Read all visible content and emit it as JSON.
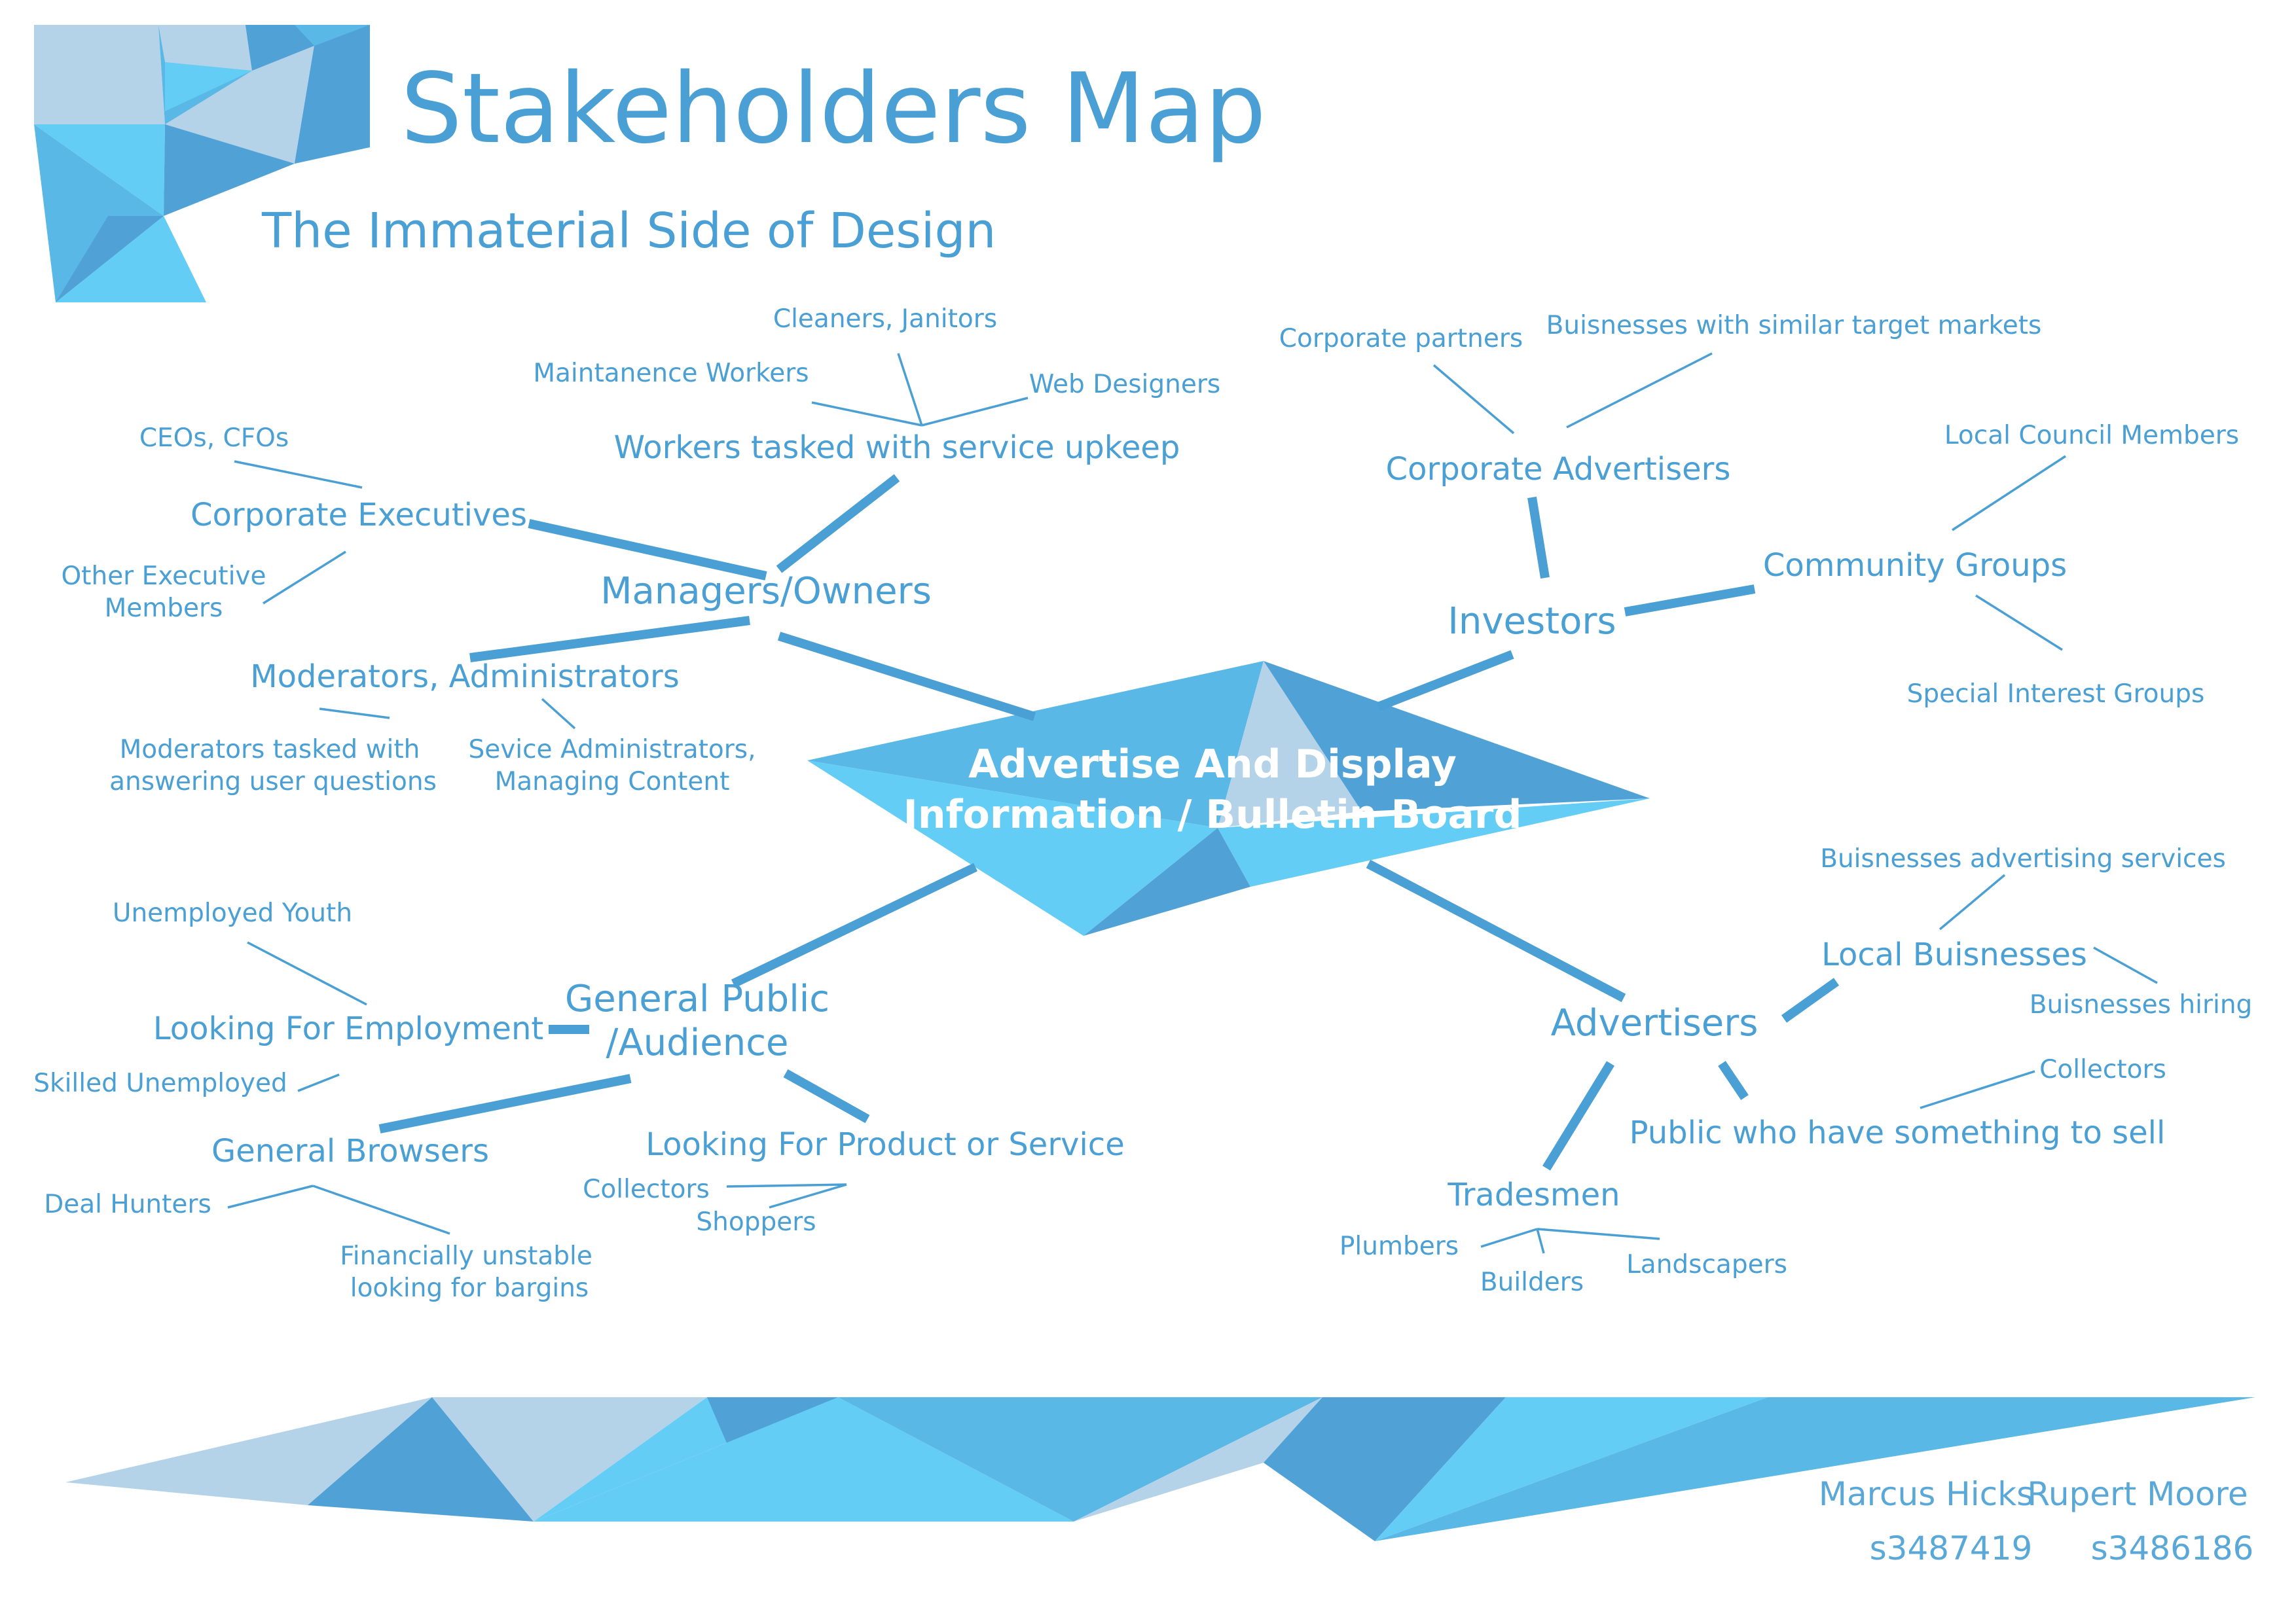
{
  "title": "Stakeholders Map",
  "subtitle": "The Immaterial Side of Design",
  "center": {
    "line1": "Advertise And Display",
    "line2": "Information / Bulletin Board"
  },
  "managers": {
    "label": "Managers/Owners",
    "workers": {
      "label": "Workers tasked with service upkeep",
      "cleaners": "Cleaners, Janitors",
      "maintenance": "Maintanence Workers",
      "web": "Web Designers"
    },
    "executives": {
      "label": "Corporate Executives",
      "ceos": "CEOs, CFOs",
      "other_line1": "Other Executive",
      "other_line2": "Members"
    },
    "moderators": {
      "label": "Moderators, Administrators",
      "mod_tasked_line1": "Moderators tasked with",
      "mod_tasked_line2": "answering user questions",
      "service_admin_line1": "Sevice Administrators,",
      "service_admin_line2": "Managing Content"
    }
  },
  "investors": {
    "label": "Investors",
    "corporate": {
      "label": "Corporate Advertisers",
      "partners": "Corporate partners",
      "similar": "Buisnesses with similar target markets"
    },
    "community": {
      "label": "Community Groups",
      "council": "Local Council Members",
      "special": "Special Interest Groups"
    }
  },
  "public": {
    "label_line1": "General Public",
    "label_line2": "/Audience",
    "employment": {
      "label": "Looking For Employment",
      "youth": "Unemployed Youth",
      "skilled": "Skilled Unemployed"
    },
    "browsers": {
      "label": "General Browsers",
      "deal": "Deal Hunters",
      "financial_line1": "Financially unstable",
      "financial_line2": "looking for bargins"
    },
    "product": {
      "label": "Looking For Product or Service",
      "collectors": "Collectors",
      "shoppers": "Shoppers"
    }
  },
  "advertisers": {
    "label": "Advertisers",
    "local": {
      "label": "Local Buisnesses",
      "services": "Buisnesses advertising services",
      "hiring": "Buisnesses hiring"
    },
    "sellers": {
      "label": "Public who have something to sell",
      "collectors": "Collectors"
    },
    "tradesmen": {
      "label": "Tradesmen",
      "plumbers": "Plumbers",
      "builders": "Builders",
      "landscapers": "Landscapers"
    }
  },
  "authors": {
    "name1": "Marcus Hicks",
    "name2": "Rupert Moore",
    "id1": "s3487419",
    "id2": "s3486186"
  },
  "colors": {
    "primary": "#4a9fd4",
    "light": "#64cdf5",
    "pale": "#b4d2e8",
    "mid": "#5ab8e6",
    "dark": "#50a2d6"
  }
}
